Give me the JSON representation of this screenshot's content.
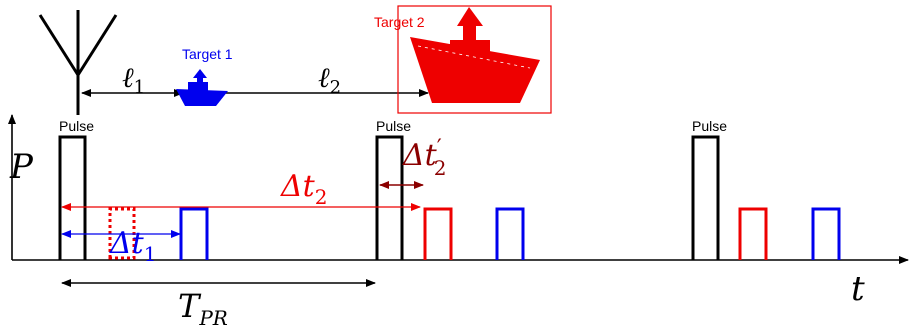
{
  "labels": {
    "target1": "Target 1",
    "target2": "Target 2",
    "pulse": "Pulse",
    "y_axis": "P",
    "x_axis": "t",
    "l1": "ℓ",
    "l1_sub": "1",
    "l2": "ℓ",
    "l2_sub": "2",
    "dt1": "Δt",
    "dt1_sub": "1",
    "dt2": "Δt",
    "dt2_sub": "2",
    "dt2p": "Δt",
    "dt2p_prime": "′",
    "dt2p_sub": "2",
    "tpr": "T",
    "tpr_sub": "PR"
  },
  "colors": {
    "pulse": "#000000",
    "target1": "#0000ee",
    "target2": "#ee0000",
    "delay_prime": "#8b0000",
    "axis": "#000000"
  }
}
